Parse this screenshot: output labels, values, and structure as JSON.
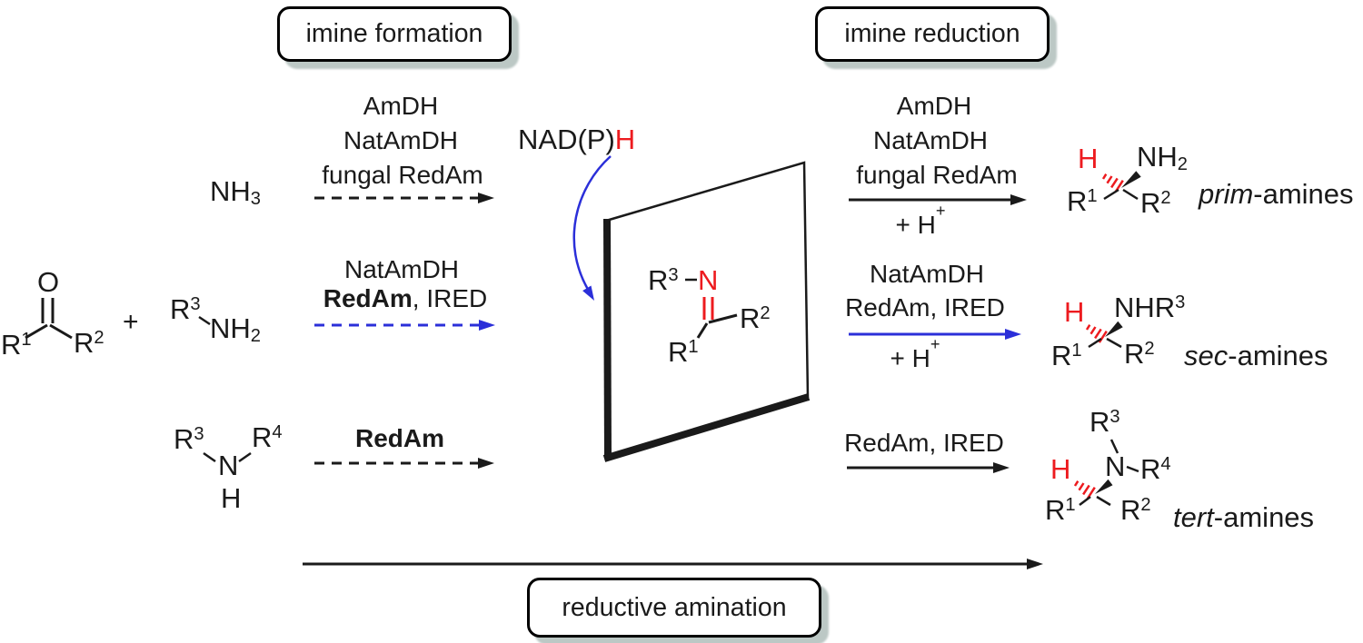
{
  "colors": {
    "red": "#ed1b1f",
    "blue": "#2b2fd9",
    "ink": "#1a1a1a",
    "shadow": "#bcc8c5"
  },
  "boxes": {
    "imine_formation": "imine formation",
    "imine_reduction": "imine reduction",
    "reductive_amination": "reductive amination"
  },
  "cofactor": {
    "nad": "NAD(P)",
    "h": "H"
  },
  "substrates": {
    "nh3": {
      "b": "NH",
      "sub": "3"
    },
    "ketone": {
      "o": "O",
      "r1": "R",
      "r1sup": "1",
      "r2": "R",
      "r2sup": "2"
    },
    "plus": "+",
    "prim_amine": {
      "r3": "R",
      "r3sup": "3",
      "nh2": "NH",
      "nh2sub": "2"
    },
    "sec_amine": {
      "r3": "R",
      "r3sup": "3",
      "n": "N",
      "r4": "R",
      "r4sup": "4",
      "h": "H"
    }
  },
  "imine": {
    "r3": "R",
    "r3sup": "3",
    "n": "N",
    "r2": "R",
    "r2sup": "2",
    "r1": "R",
    "r1sup": "1"
  },
  "formation": {
    "row1": {
      "l1": "AmDH",
      "l2": "NatAmDH",
      "l3": "fungal RedAm"
    },
    "row2": {
      "l1": "NatAmDH",
      "bold": "RedAm",
      "rest": ", IRED"
    },
    "row3": {
      "bold": "RedAm"
    }
  },
  "reduction": {
    "row1": {
      "l1": "AmDH",
      "l2": "NatAmDH",
      "l3": "fungal RedAm",
      "h": "+ H",
      "hsup": "+"
    },
    "row2": {
      "l1": "NatAmDH",
      "l2": "RedAm, IRED",
      "h": "+ H",
      "hsup": "+"
    },
    "row3": {
      "l1": "RedAm, IRED"
    }
  },
  "products": {
    "prim": {
      "h": "H",
      "n": "NH",
      "nsub": "2",
      "r1": "R",
      "r1sup": "1",
      "r2": "R",
      "r2sup": "2",
      "label_em": "prim",
      "label": "-amines"
    },
    "sec": {
      "h": "H",
      "n": "NHR",
      "nsup": "3",
      "r1": "R",
      "r1sup": "1",
      "r2": "R",
      "r2sup": "2",
      "label_em": "sec",
      "label": "-amines"
    },
    "tert": {
      "h": "H",
      "r3": "R",
      "r3sup": "3",
      "n": "N",
      "r4": "R",
      "r4sup": "4",
      "r1": "R",
      "r1sup": "1",
      "r2": "R",
      "r2sup": "2",
      "label_em": "tert",
      "label": "-amines"
    }
  }
}
